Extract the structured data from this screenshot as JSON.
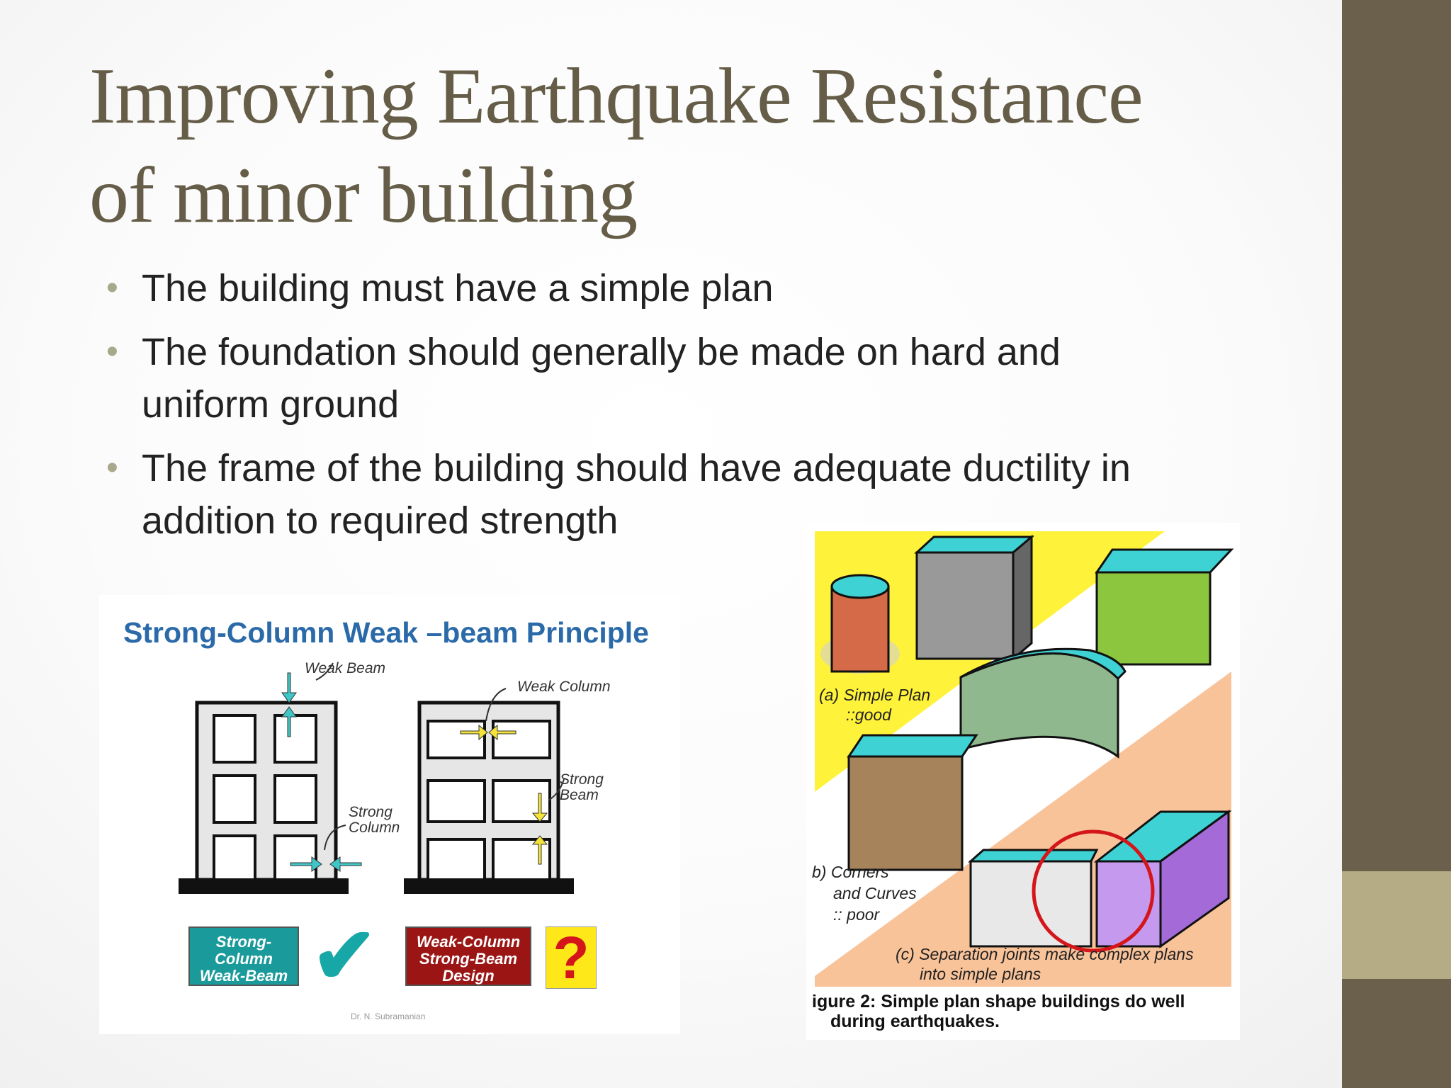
{
  "slide": {
    "title_line1": "Improving Earthquake Resistance",
    "title_line2": "of minor building",
    "bullets": [
      {
        "text": "The building must have a simple plan"
      },
      {
        "text": "The foundation should generally be made on hard and uniform ground"
      },
      {
        "text": "The frame of the building should have adequate ductility in addition to required strength"
      }
    ]
  },
  "figure_left": {
    "heading": "Strong-Column Weak –beam Principle",
    "label_weak_beam": "Weak Beam",
    "label_weak_column": "Weak Column",
    "label_strong_beam": "Strong Beam",
    "label_strong_column": "Strong Column",
    "good_design": "Strong-Column Weak-Beam Design",
    "bad_design": "Weak-Column Strong-Beam Design",
    "check_symbol": "✔",
    "question_symbol": "?",
    "credit": "Dr. N. Subramanian"
  },
  "figure_right": {
    "label_a_line1": "(a) Simple Plan",
    "label_a_line2": "::good",
    "label_b_line1": "b) Corners",
    "label_b_line2": "and Curves",
    "label_b_line3": ":: poor",
    "label_c_line1": "(c) Separation joints make complex plans",
    "label_c_line2": "into simple plans",
    "caption_line1": "igure 2: Simple plan shape buildings do well",
    "caption_line2": "during earthquakes."
  },
  "colors": {
    "sidebar": "#6b604b",
    "sidebar_accent": "#b5ab85",
    "title": "#655d47",
    "heading_blue": "#2a6aa8",
    "teal": "#1aa6a6",
    "dark_red": "#9b1515",
    "yellow": "#fff23a",
    "peach": "#f9c39a"
  }
}
